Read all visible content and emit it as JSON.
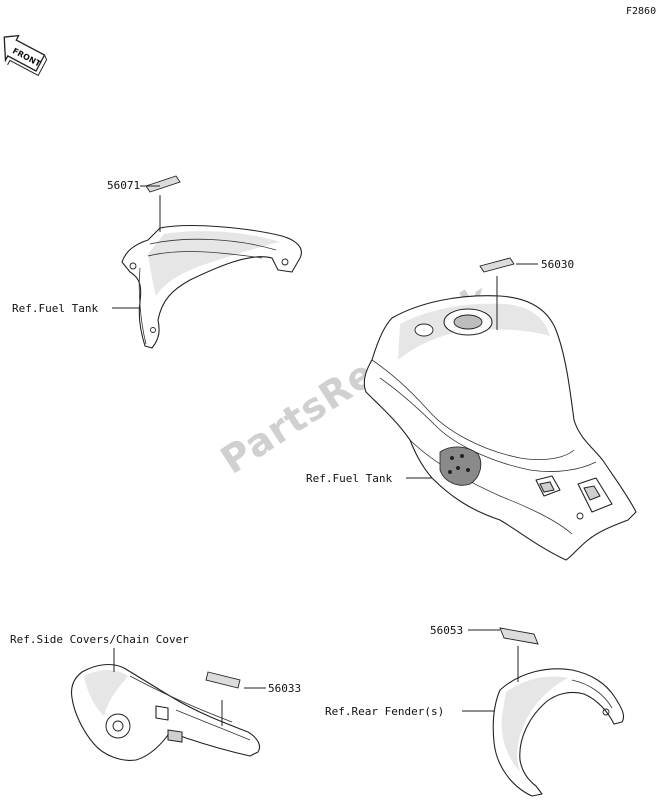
{
  "figure_code": "F2860",
  "front_arrow_label": "FRONT",
  "watermark": "PartsRepublik",
  "callouts": {
    "part_56071": "56071",
    "part_56030": "56030",
    "part_56033": "56033",
    "part_56053": "56053"
  },
  "references": {
    "fuel_tank_upper": "Ref.Fuel Tank",
    "fuel_tank_main": "Ref.Fuel Tank",
    "side_covers": "Ref.Side Covers/Chain Cover",
    "rear_fender": "Ref.Rear Fender(s)"
  }
}
